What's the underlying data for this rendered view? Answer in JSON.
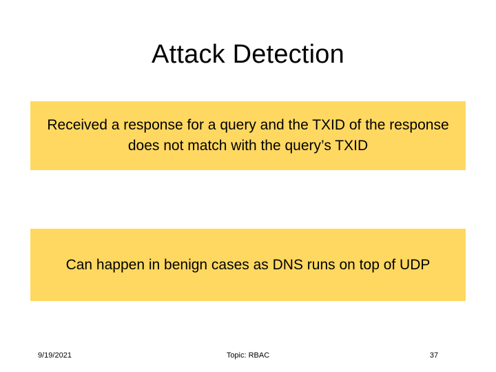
{
  "slide": {
    "title": "Attack Detection",
    "background_color": "#FFFFFF",
    "accent_color": "#FFD861",
    "text_color": "#000000",
    "boxes": [
      {
        "id": "box-one",
        "text": "Received a response for a query and the TXID of the response does not match with the query’s TXID"
      },
      {
        "id": "box-two",
        "text": "Can happen in benign cases as DNS runs on top of UDP"
      }
    ],
    "footer": {
      "date": "9/19/2021",
      "topic": "Topic: RBAC",
      "page_number": "37"
    }
  }
}
